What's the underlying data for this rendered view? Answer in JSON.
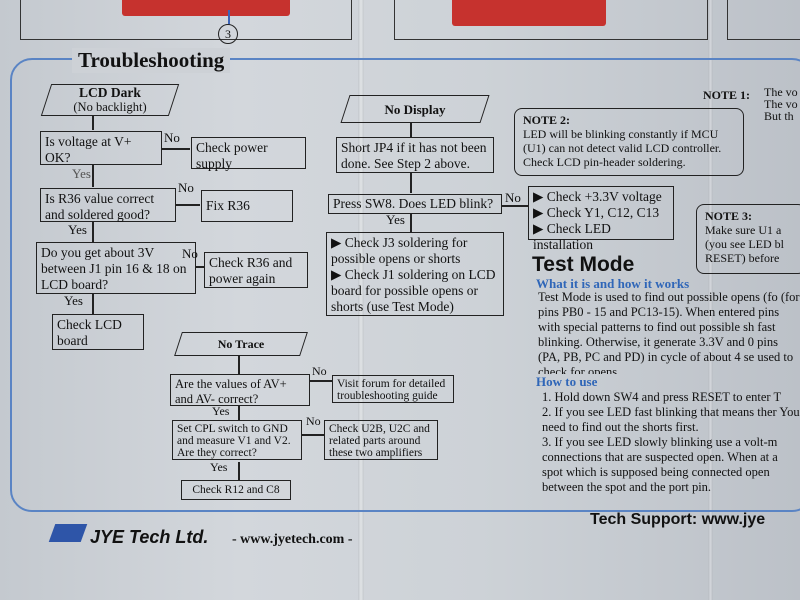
{
  "step_marker": "3",
  "section_title": "Troubleshooting",
  "lcd_dark": {
    "title": "LCD Dark",
    "subtitle": "(No backlight)",
    "q1": "Is voltage at V+ OK?",
    "a1": "Check power supply",
    "q2": "Is R36 value correct and soldered good?",
    "a2": "Fix R36",
    "q3": "Do you get about 3V between J1 pin 16 & 18 on LCD board?",
    "a3": "Check R36 and power again",
    "a4": "Check LCD board"
  },
  "no_display": {
    "title": "No Display",
    "step1": "Short JP4 if it has not been done. See Step 2 above.",
    "q1": "Press SW8. Does LED blink?",
    "no_list": [
      "Check +3.3V voltage",
      "Check Y1, C12, C13",
      "Check LED installation"
    ],
    "yes_list": [
      "Check J3 soldering for possible opens or shorts",
      "Check J1 soldering on LCD board for possible opens or shorts (use Test Mode)"
    ]
  },
  "no_trace": {
    "title": "No Trace",
    "q1": "Are the values of AV+ and AV- correct?",
    "a1": "Visit forum for detailed troubleshooting guide",
    "q2": "Set CPL switch to GND and measure V1 and V2. Are they correct?",
    "a2": "Check U2B, U2C and related parts around these two amplifiers",
    "a3": "Check R12 and C8"
  },
  "labels": {
    "yes": "Yes",
    "no": "No"
  },
  "note1": {
    "title": "NOTE 1:",
    "lines": [
      "The vo",
      "The vo",
      "But th"
    ]
  },
  "note2": {
    "title": "NOTE 2:",
    "text": "LED will be blinking constantly if MCU (U1) can not detect valid LCD controller. Check LCD pin-header soldering."
  },
  "note3": {
    "title": "NOTE 3:",
    "text": "Make sure U1 a (you see LED bl RESET) before"
  },
  "test_mode": {
    "title": "Test Mode",
    "sub1": "What it is and how it works",
    "body": "Test Mode is used to find out possible opens (fo (for pins PB0 - 15 and PC13-15). When entered pins with special patterns to find out possible sh fast blinking. Otherwise, it generate 3.3V and 0 pins (PA, PB, PC and PD) in cycle of about 4 se used to check for opens.",
    "sub2": "How to use",
    "steps": [
      "1. Hold down SW4 and press RESET to enter T",
      "2. If you see LED fast blinking that means ther You need to find out the shorts first.",
      "3. If you see LED slowly blinking use a volt-m connections that are suspected open. When at a spot which is supposed being connected open between the spot and the port pin."
    ]
  },
  "footer": {
    "company": "JYE Tech Ltd.",
    "website": "- www.jyetech.com -",
    "support": "Tech Support:  www.jye"
  },
  "colors": {
    "accent_blue": "#2f66b8",
    "frame_blue": "#5a84c4",
    "pcb_red": "#c6322e"
  }
}
